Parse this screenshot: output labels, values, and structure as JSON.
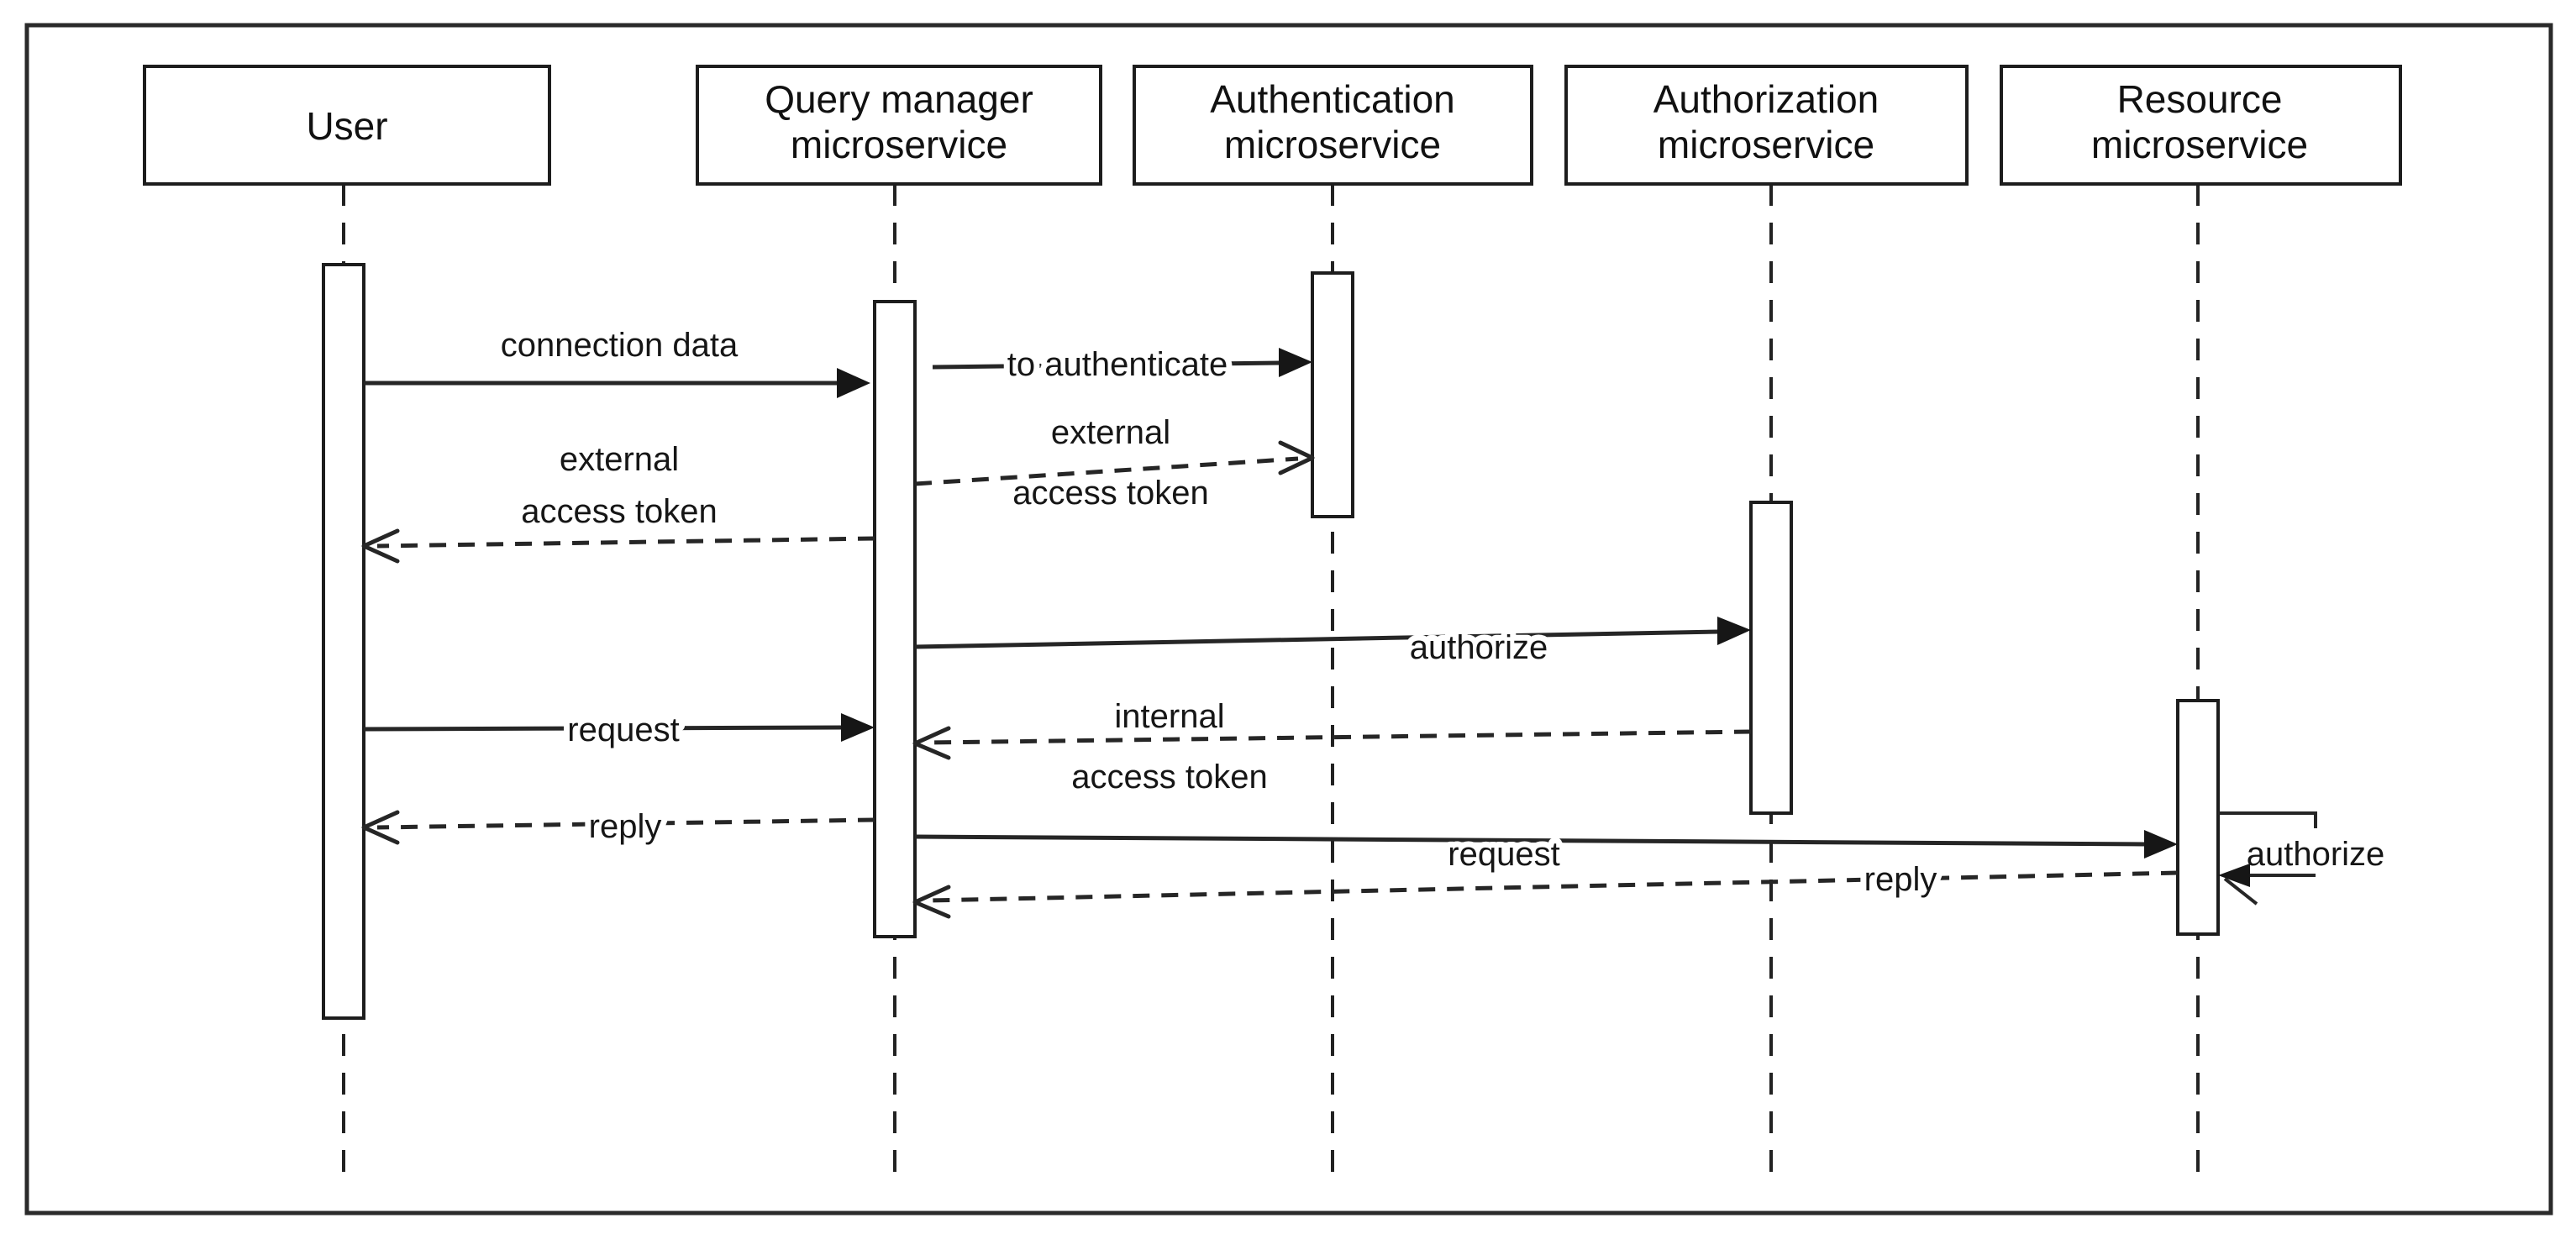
{
  "diagram": {
    "type": "uml-sequence-diagram",
    "colors": {
      "stroke": "#222222",
      "background": "#ffffff",
      "text": "#161616"
    },
    "participants": [
      {
        "id": "user",
        "lines": [
          "User",
          ""
        ]
      },
      {
        "id": "query-manager",
        "lines": [
          "Query manager",
          "microservice"
        ]
      },
      {
        "id": "authentication",
        "lines": [
          "Authentication",
          "microservice"
        ]
      },
      {
        "id": "authorization",
        "lines": [
          "Authorization",
          "microservice"
        ]
      },
      {
        "id": "resource",
        "lines": [
          "Resource",
          "microservice"
        ]
      }
    ],
    "messages": [
      {
        "id": "connection-data",
        "style": "solid",
        "from": "user",
        "to": "query-manager",
        "lines": [
          "connection data",
          ""
        ]
      },
      {
        "id": "to-authenticate",
        "style": "solid",
        "from": "query-manager",
        "to": "authentication",
        "lines": [
          "to authenticate",
          ""
        ]
      },
      {
        "id": "external-access-token-to-authentication",
        "style": "dashed",
        "from": "query-manager",
        "to": "authentication",
        "lines": [
          "external",
          "access token"
        ]
      },
      {
        "id": "external-access-token-to-user",
        "style": "dashed",
        "from": "query-manager",
        "to": "user",
        "lines": [
          "external",
          "access token"
        ]
      },
      {
        "id": "authorize",
        "style": "solid",
        "from": "query-manager",
        "to": "authorization",
        "lines": [
          "authorize",
          ""
        ]
      },
      {
        "id": "request-to-query-manager",
        "style": "solid",
        "from": "user",
        "to": "query-manager",
        "lines": [
          "request",
          ""
        ]
      },
      {
        "id": "internal-access-token",
        "style": "dashed",
        "from": "authorization",
        "to": "query-manager",
        "lines": [
          "internal",
          "access token"
        ]
      },
      {
        "id": "reply-to-user",
        "style": "dashed",
        "from": "query-manager",
        "to": "user",
        "lines": [
          "reply",
          ""
        ]
      },
      {
        "id": "request-to-resource",
        "style": "solid",
        "from": "query-manager",
        "to": "resource",
        "lines": [
          "request",
          ""
        ]
      },
      {
        "id": "authorize-self",
        "style": "solid",
        "from": "resource",
        "to": "resource",
        "lines": [
          "authorize",
          ""
        ]
      },
      {
        "id": "reply-to-query-manager",
        "style": "dashed",
        "from": "resource",
        "to": "query-manager",
        "lines": [
          "reply",
          ""
        ]
      }
    ]
  }
}
